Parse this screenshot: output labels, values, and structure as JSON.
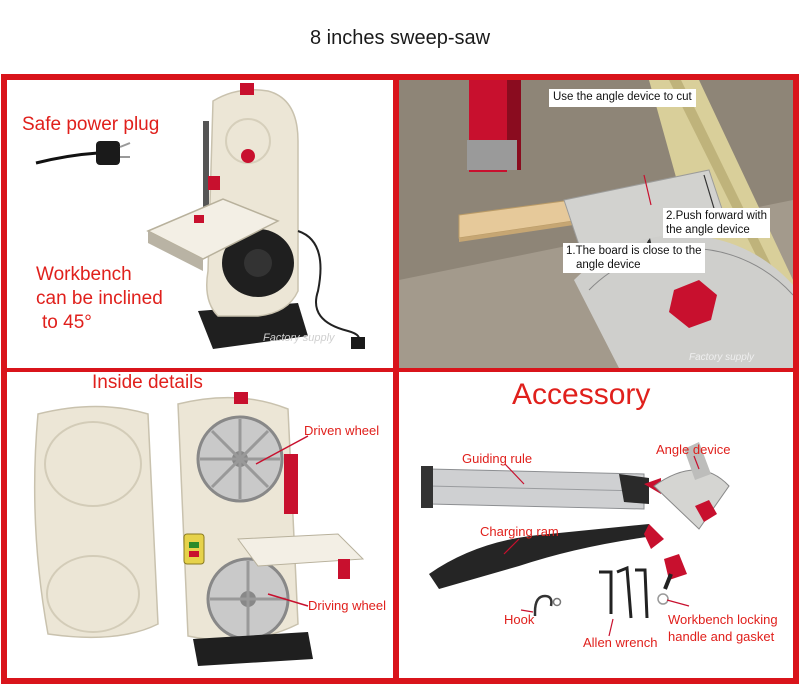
{
  "title": "8 inches sweep-saw",
  "panels": {
    "top_left": {
      "safe_power_plug": "Safe power plug",
      "workbench_line1": "Workbench",
      "workbench_line2": "can be inclined",
      "workbench_line3": "to 45°"
    },
    "top_right": {
      "note_top": "Use the angle device to cut",
      "note_push_line1": "2.Push forward with",
      "note_push_line2": "the angle device",
      "note_board_line1": "1.The board is close to the",
      "note_board_line2": "angle device"
    },
    "bottom_left": {
      "heading": "Inside details",
      "driven_wheel": "Driven wheel",
      "driving_wheel": "Driving wheel"
    },
    "bottom_right": {
      "heading": "Accessory",
      "guiding_rule": "Guiding rule",
      "angle_device": "Angle device",
      "charging_ram": "Charging ram",
      "hook": "Hook",
      "allen_wrench": "Allen wrench",
      "locking_line1": "Workbench locking",
      "locking_line2": "handle  and gasket"
    }
  },
  "colors": {
    "frame_red": "#d9141b",
    "label_red": "#e0201c",
    "machine_cream": "#ece6d6",
    "accent_red": "#c8102e",
    "motor_black": "#1f1f1f",
    "wood": "#e6c99a"
  }
}
